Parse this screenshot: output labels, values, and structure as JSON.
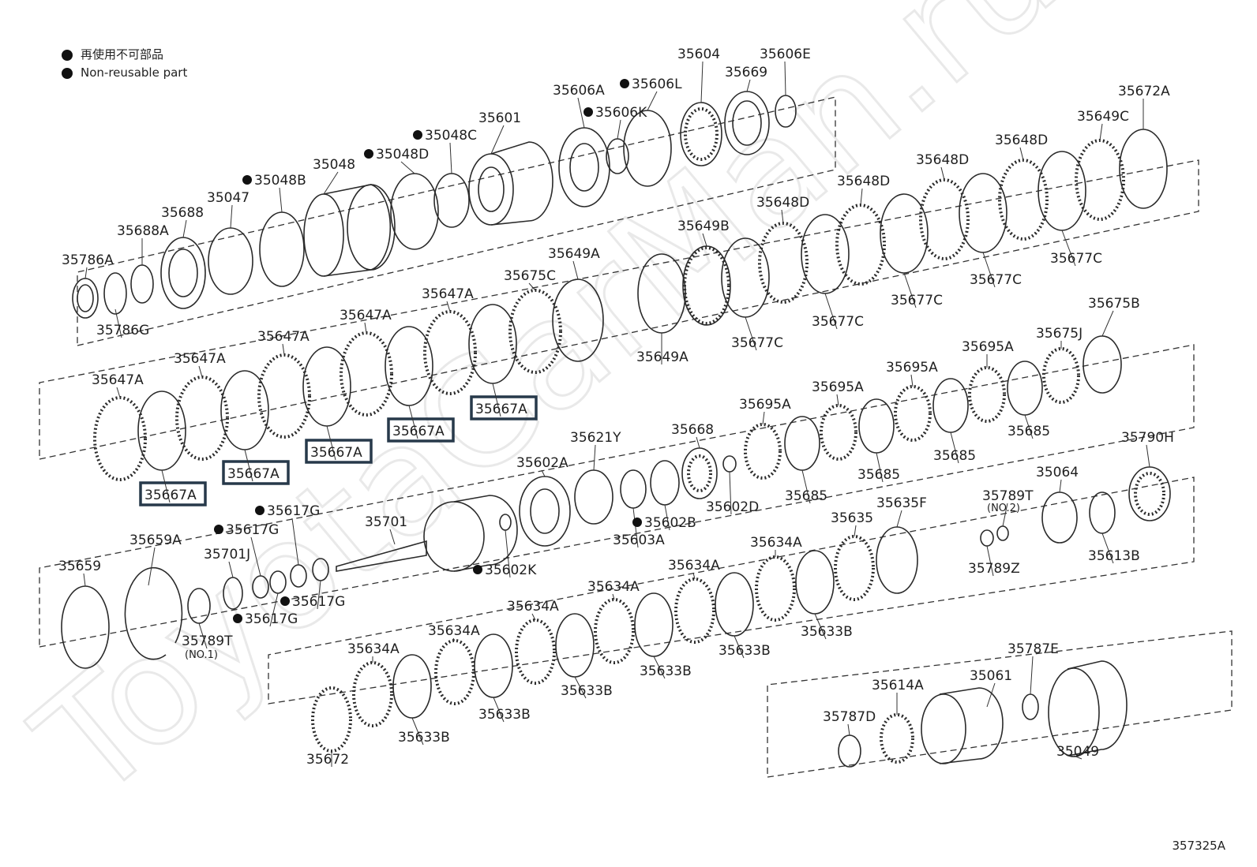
{
  "legend": {
    "line_ja": "再使用不可部品",
    "line_en": "Non-reusable part"
  },
  "figure_number": "357325A",
  "watermark": "ToyotaCarMan.ru",
  "sub_labels": {
    "no1": "(NO.1)",
    "no2": "(NO.2)"
  },
  "parts": [
    "35786A",
    "35786G",
    "35688A",
    "35688",
    "35047",
    "35048B",
    "35048",
    "35048D",
    "35048C",
    "35601",
    "35606A",
    "35606L",
    "35606K",
    "35604",
    "35669",
    "35606E",
    "35672A",
    "35649C",
    "35648D",
    "35648D",
    "35648D",
    "35648D",
    "35649B",
    "35677C",
    "35677C",
    "35677C",
    "35677C",
    "35677C",
    "35649A",
    "35649A",
    "35675C",
    "35647A",
    "35647A",
    "35647A",
    "35647A",
    "35647A",
    "35667A",
    "35667A",
    "35667A",
    "35667A",
    "35667A",
    "35675B",
    "35675J",
    "35695A",
    "35695A",
    "35695A",
    "35695A",
    "35685",
    "35685",
    "35685",
    "35685",
    "35668",
    "35621Y",
    "35602A",
    "35602D",
    "35602B",
    "35603A",
    "35602K",
    "35790H",
    "35064",
    "35789T",
    "35613B",
    "35789Z",
    "35701",
    "35701J",
    "35617G",
    "35617G",
    "35617G",
    "35617G",
    "35659A",
    "35659",
    "35789T",
    "35635F",
    "35635",
    "35634A",
    "35634A",
    "35634A",
    "35634A",
    "35634A",
    "35634A",
    "35633B",
    "35633B",
    "35633B",
    "35633B",
    "35633B",
    "35633B",
    "35672",
    "35787E",
    "35614A",
    "35061",
    "35787D",
    "35049"
  ],
  "non_reusable": [
    "35606L",
    "35606K",
    "35048C",
    "35048D",
    "35048B",
    "35617G",
    "35617G",
    "35617G",
    "35617G",
    "35602B",
    "35602K"
  ],
  "highlighted": [
    "35667A"
  ]
}
